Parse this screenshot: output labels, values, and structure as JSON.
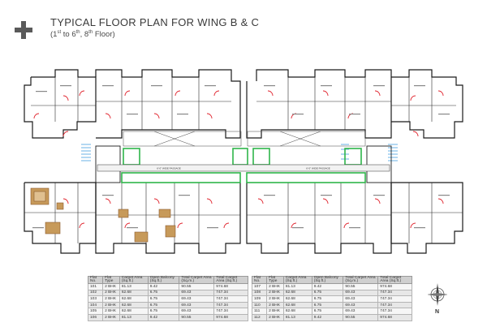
{
  "header": {
    "icon": "plus-icon",
    "title": "TYPICAL FLOOR PLAN FOR WING B & C",
    "subtitle_pre": "(1",
    "subtitle_sup1": "st",
    "subtitle_mid": " to 6",
    "subtitle_sup2": "th",
    "subtitle_end": ", 8",
    "subtitle_sup3": "th",
    "subtitle_post": " Floor)"
  },
  "plan": {
    "passage_label": "6'-0\" WIDE PASSAGE",
    "colors": {
      "wall": "#1a1a1a",
      "door": "#e0202a",
      "stair": "#2a8fd8",
      "lift": "#2fb54a",
      "furniture": "#8a5a2e"
    }
  },
  "table_left": {
    "headers": [
      "Flat No.",
      "Flat Type",
      "Carpet Area (Sq.ft.)",
      "Open Balcony (Sq.ft.)",
      "Total Carpet Area (Sq.m.)",
      "Total Carpet Area (Sq.ft.)"
    ],
    "rows": [
      [
        "101",
        "2 BHK",
        "81.13",
        "9.42",
        "90.55",
        "974.68"
      ],
      [
        "102",
        "2 BHK",
        "62.68",
        "6.75",
        "69.43",
        "747.34"
      ],
      [
        "103",
        "2 BHK",
        "62.68",
        "6.75",
        "69.43",
        "747.34"
      ],
      [
        "104",
        "2 BHK",
        "62.68",
        "6.75",
        "69.43",
        "747.34"
      ],
      [
        "105",
        "2 BHK",
        "62.68",
        "6.75",
        "69.43",
        "747.34"
      ],
      [
        "106",
        "2 BHK",
        "81.13",
        "9.42",
        "90.55",
        "974.68"
      ]
    ]
  },
  "table_right": {
    "headers": [
      "Flat No.",
      "Flat Type",
      "Carpet Area (Sq.ft.)",
      "Open Balcony (Sq.ft.)",
      "Total Carpet Area (Sq.m.)",
      "Total Carpet Area (Sq.ft.)"
    ],
    "rows": [
      [
        "107",
        "2 BHK",
        "81.13",
        "9.42",
        "90.55",
        "974.68"
      ],
      [
        "108",
        "2 BHK",
        "62.68",
        "6.75",
        "69.43",
        "747.34"
      ],
      [
        "109",
        "2 BHK",
        "62.68",
        "6.75",
        "69.43",
        "747.34"
      ],
      [
        "110",
        "2 BHK",
        "62.68",
        "6.75",
        "69.43",
        "747.34"
      ],
      [
        "111",
        "2 BHK",
        "62.68",
        "6.75",
        "69.43",
        "747.34"
      ],
      [
        "112",
        "2 BHK",
        "81.13",
        "9.42",
        "90.55",
        "974.68"
      ]
    ]
  },
  "compass": {
    "icon": "compass-rose-icon",
    "north_label": "N"
  }
}
